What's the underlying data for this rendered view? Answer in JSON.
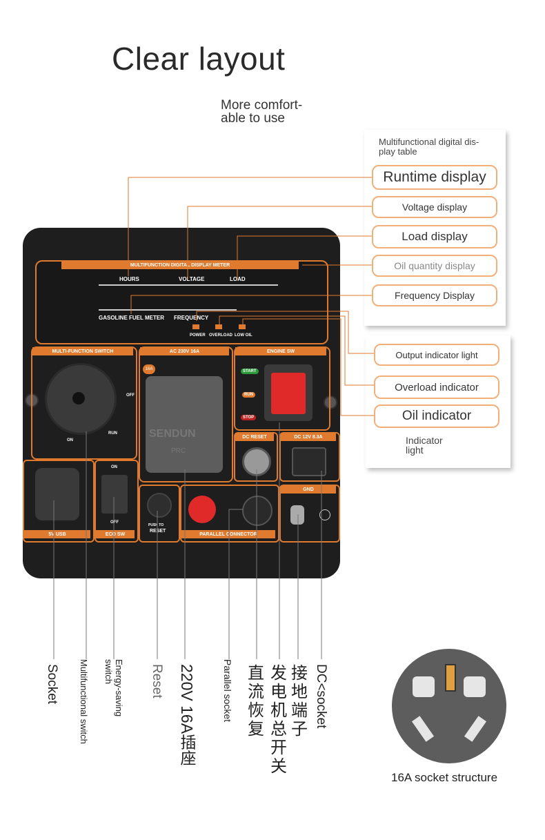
{
  "header": {
    "title": "Clear layout",
    "subtitle_line1": "More comfort-",
    "subtitle_line2": "able to use"
  },
  "display_card": {
    "heading_line1": "Multifunctional digital dis-",
    "heading_line2": "play table",
    "items": [
      "Runtime display",
      "Voltage display",
      "Load display",
      "Oil quantity display",
      "Frequency Display"
    ]
  },
  "indicator_card": {
    "items": [
      "Output indicator light",
      "Overload indicator",
      "Oil indicator"
    ],
    "footer_line1": "Indicator",
    "footer_line2": "light"
  },
  "panel": {
    "meter_title": "MULTIFUNCTION DIGITAL DISPLAY METER",
    "meter_labels": [
      "HOURS",
      "VOLTAGE",
      "LOAD",
      "GASOLINE FUEL METER",
      "FREQUENCY"
    ],
    "indicator_labels": [
      "POWER",
      "OVERLOAD",
      "LOW OIL"
    ],
    "multi_switch": "MULTI-FUNCTION SWITCH",
    "multi_switch_off": "OFF",
    "multi_switch_on": "ON",
    "multi_switch_run": "RUN",
    "ac_socket": "AC 230V 16A",
    "ac_badge": "16A",
    "brand": "SENDUN",
    "brand_sub": "PRC",
    "engine_sw": "ENGINE SW",
    "engine_start": "START",
    "engine_run": "RUN",
    "engine_stop": "STOP",
    "dc_reset": "DC RESET",
    "dc_socket": "DC 12V 8.3A",
    "usb": "5V USB",
    "eco_sw": "ECO SW",
    "eco_on": "ON",
    "eco_off": "OFF",
    "push_reset_1": "PUSH TO",
    "push_reset_2": "RESET",
    "parallel": "PARALLEL CONNECTOR",
    "gnd": "GND"
  },
  "bottom_labels": {
    "socket": "Socket",
    "multi_switch": "Multifunctional switch",
    "energy_saving": "Energy-saving switch",
    "reset": "Reset",
    "ac_socket": "220V 16A插座",
    "parallel_socket": "Parallel socket",
    "dc_recovery": "直流恢复",
    "main_switch": "发电机总开关",
    "ground": "接地端子",
    "dc_socket": "DC<socket"
  },
  "socket_image": {
    "caption": "16A socket structure"
  },
  "colors": {
    "accent_orange": "#e07a2e",
    "pill_border": "#f1b07a",
    "panel_dark": "#1e1e1e",
    "switch_red": "#e02a2a",
    "socket_gray": "#5d5d5d"
  }
}
